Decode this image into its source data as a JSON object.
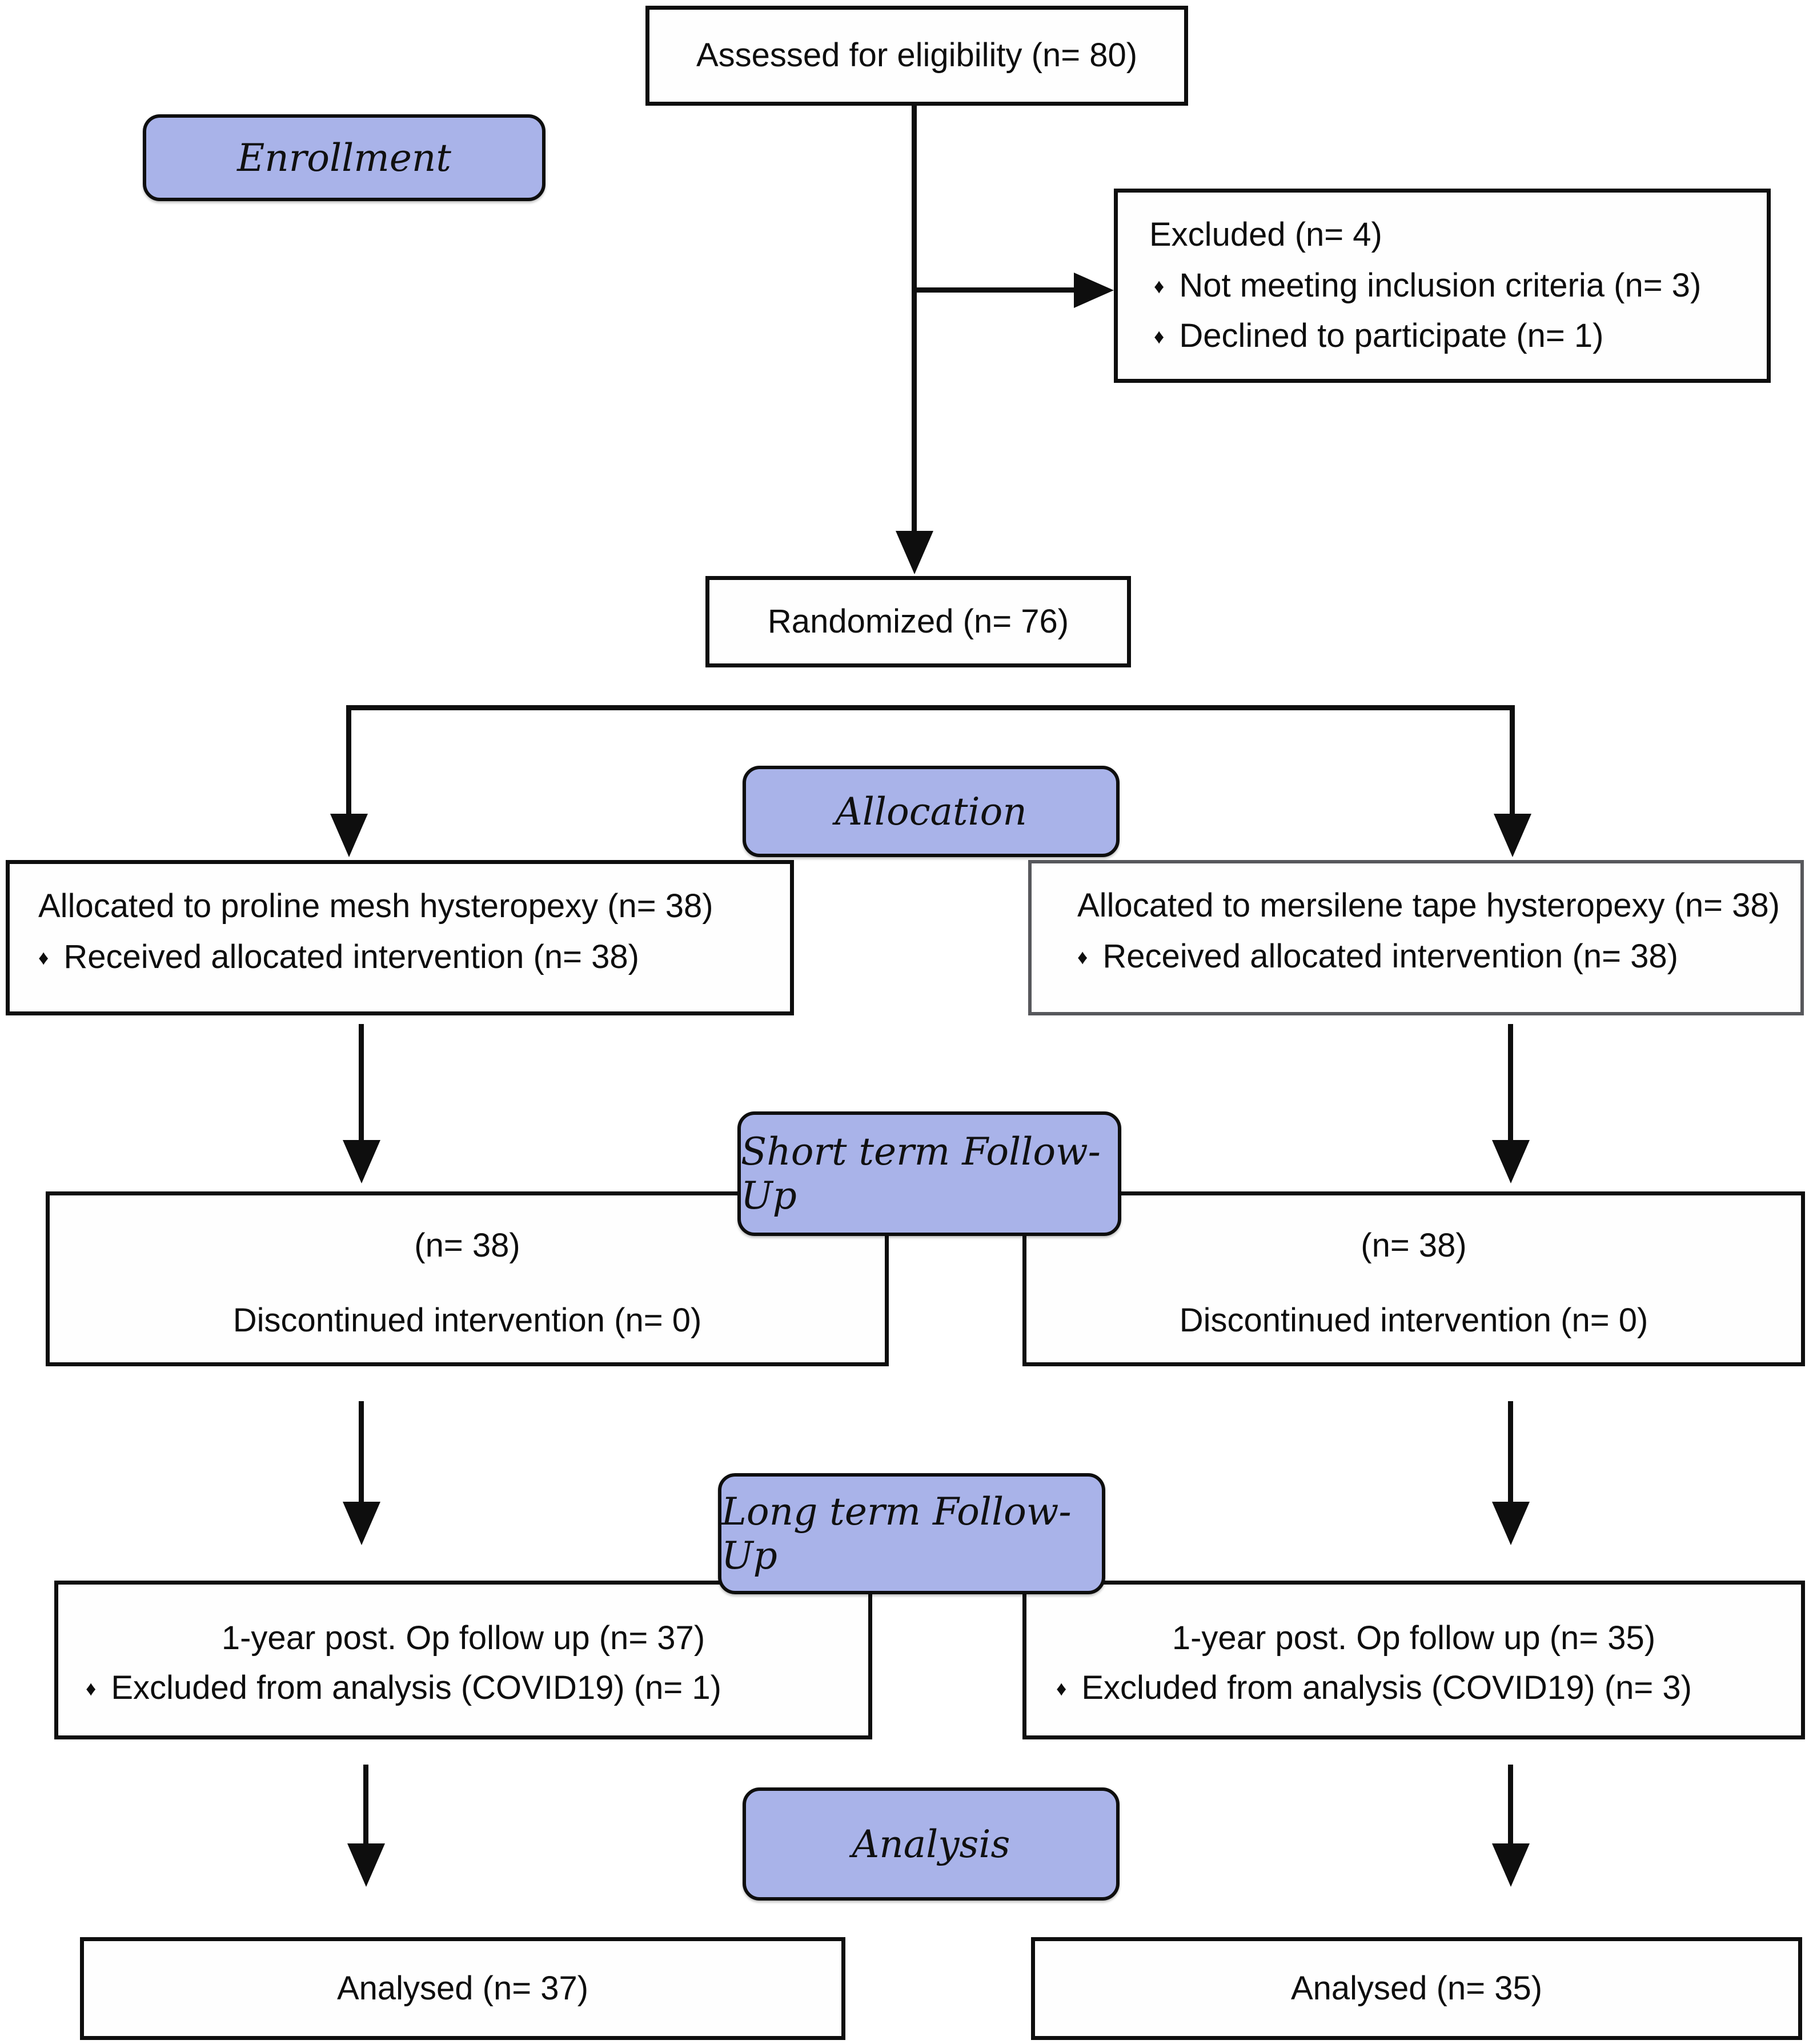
{
  "stage_labels": {
    "enrollment": "Enrollment",
    "allocation": "Allocation",
    "short_term": "Short term Follow-Up",
    "long_term": "Long term Follow-Up",
    "analysis": "Analysis"
  },
  "nodes": {
    "assessed": {
      "text": "Assessed for eligibility (n= 80)"
    },
    "excluded": {
      "title": "Excluded (n= 4)",
      "items": [
        "Not meeting inclusion criteria (n= 3)",
        "Declined to participate (n= 1)"
      ]
    },
    "randomized": {
      "text": "Randomized (n= 76)"
    },
    "alloc_left": {
      "title": "Allocated to proline mesh hysteropexy (n= 38)",
      "items": [
        "Received allocated intervention (n= 38)"
      ]
    },
    "alloc_right": {
      "title": "Allocated to mersilene tape hysteropexy (n= 38)",
      "items": [
        "Received allocated intervention (n= 38)"
      ]
    },
    "short_left": {
      "line1": "(n= 38)",
      "line2": "Discontinued intervention (n= 0)"
    },
    "short_right": {
      "line1": "(n= 38)",
      "line2": "Discontinued intervention (n= 0)"
    },
    "long_left": {
      "title": "1-year post. Op follow up (n= 37)",
      "items": [
        "Excluded from analysis (COVID19) (n= 1)"
      ]
    },
    "long_right": {
      "title": "1-year post. Op follow up (n= 35)",
      "items": [
        "Excluded from analysis (COVID19) (n= 3)"
      ]
    },
    "analysed_left": {
      "text": "Analysed (n= 37)"
    },
    "analysed_right": {
      "text": "Analysed (n= 35)"
    }
  },
  "bullet_char": "♦",
  "colors": {
    "label_bg": "#a9b3e9",
    "box_border": "#0e0e0e",
    "box_border_gray": "#57585c",
    "arrow": "#0e0e0e",
    "background": "#ffffff"
  }
}
